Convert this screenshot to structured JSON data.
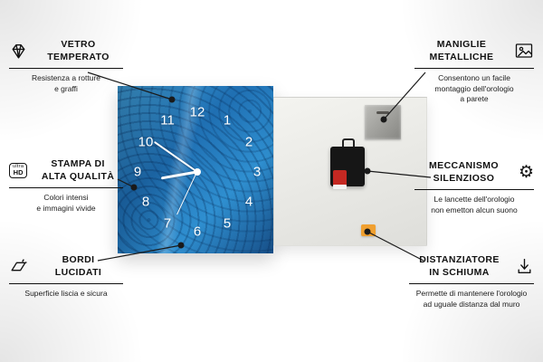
{
  "callouts": {
    "vetro": {
      "title": "VETRO\nTEMPERATO",
      "desc": "Resistenza a rotture\ne graffi",
      "icon": "diamond-icon"
    },
    "stampa": {
      "title": "STAMPA DI\nALTA QUALITÀ",
      "desc": "Colori intensi\ne immagini vivide",
      "icon": "ultra-hd-icon",
      "icon_text_top": "ultra",
      "icon_text_bottom": "HD"
    },
    "bordi": {
      "title": "BORDI\nLUCIDATI",
      "desc": "Superficie liscia e sicura",
      "icon": "polished-edge-icon"
    },
    "maniglie": {
      "title": "MANIGLIE\nMETALLICHE",
      "desc": "Consentono un facile\nmontaggio dell'orologio\na parete",
      "icon": "picture-frame-icon"
    },
    "meccanismo": {
      "title": "MECCANISMO\nSILENZIOSO",
      "desc": "Le lancette dell'orologio\nnon emetton alcun suono",
      "icon": "gear-icon",
      "icon_glyph": "⚙"
    },
    "distanziatore": {
      "title": "DISTANZIATORE\nIN SCHIUMA",
      "desc": "Permette di mantenere l'orologio\nad uguale distanza dal muro",
      "icon": "spacer-arrow-icon"
    }
  },
  "clock": {
    "numbers": [
      "12",
      "1",
      "2",
      "3",
      "4",
      "5",
      "6",
      "7",
      "8",
      "9",
      "10",
      "11"
    ]
  },
  "colors": {
    "clock_blue": "#2a86c8",
    "foam_orange": "#f0a030",
    "line_color": "#1a1a1a"
  }
}
